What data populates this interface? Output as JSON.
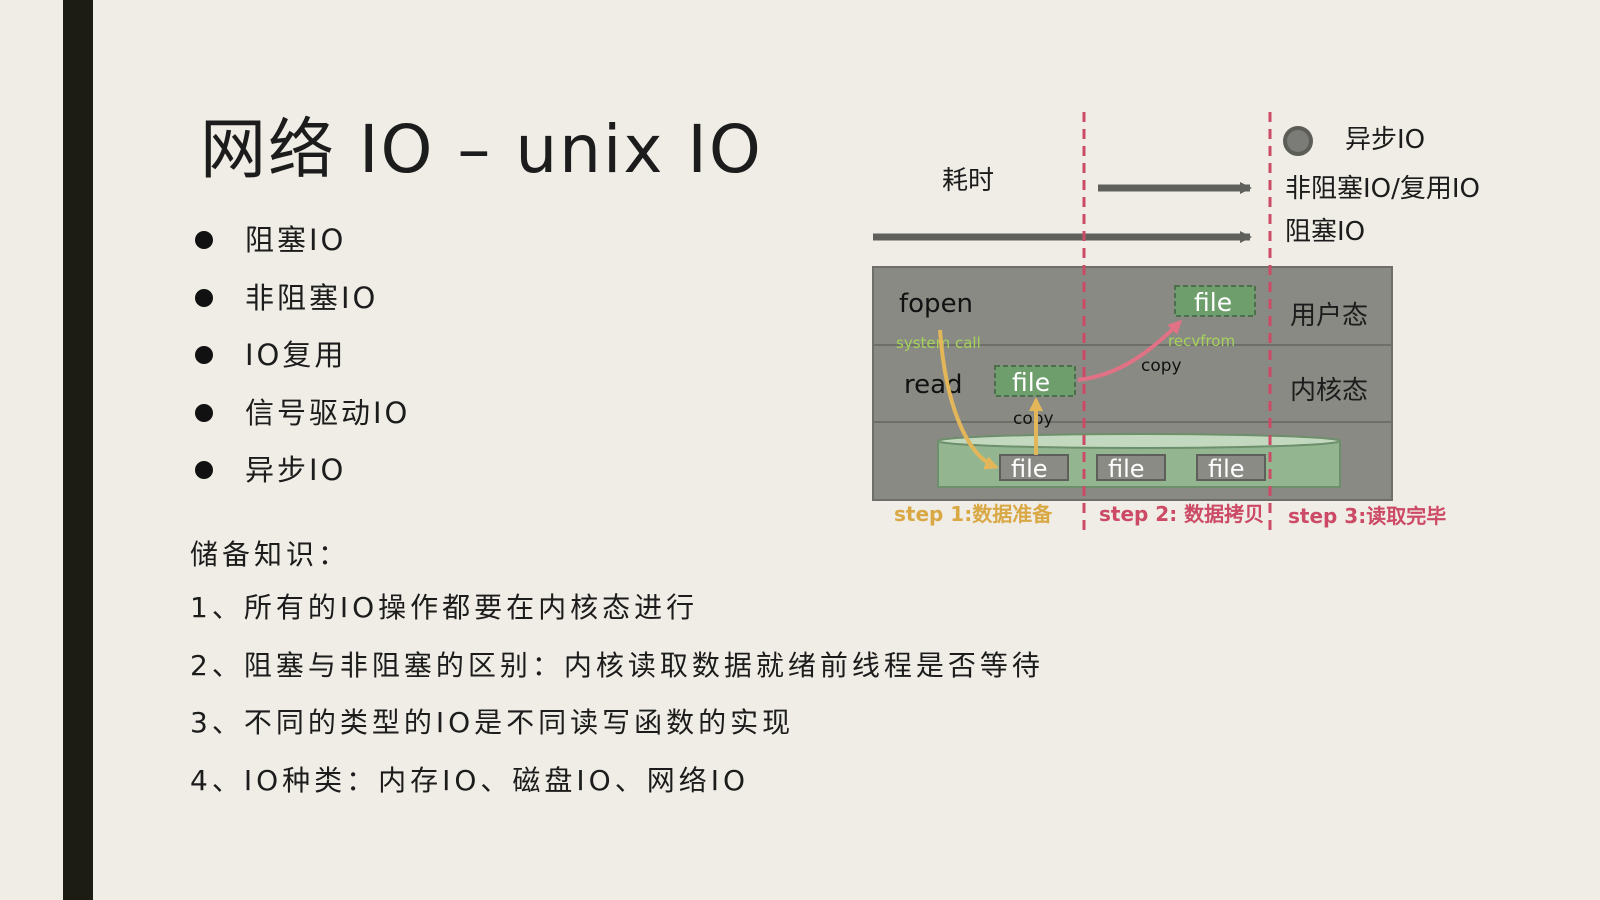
{
  "slide": {
    "title": "网络 IO – unix IO",
    "io_models": [
      "阻塞IO",
      "非阻塞IO",
      "IO复用",
      "信号驱动IO",
      "异步IO"
    ],
    "prereq_heading": "储备知识：",
    "prereq_items": [
      "1、所有的IO操作都要在内核态进行",
      "2、阻塞与非阻塞的区别：内核读取数据就绪前线程是否等待",
      "3、不同的类型的IO是不同读写函数的实现",
      "4、IO种类：内存IO、磁盘IO、网络IO"
    ]
  },
  "diagram": {
    "time_label": "耗时",
    "legend": {
      "async_label": "异步IO",
      "nonblocking_label": "非阻塞IO/复用IO",
      "blocking_label": "阻塞IO"
    },
    "layers": {
      "user": "用户态",
      "kernel": "内核态"
    },
    "labels": {
      "fopen": "fopen",
      "read": "read",
      "system_call": "system call",
      "recvfrom": "recvfrom",
      "copy1": "copy",
      "copy2": "copy",
      "file": "file"
    },
    "steps": {
      "step1": "step 1:数据准备",
      "step2": "step 2: 数据拷贝",
      "step3": "step 3:读取完毕"
    },
    "colors": {
      "step1": "#d9a845",
      "step2": "#cc4a66",
      "step3": "#cc4a66",
      "panel": "#8a8a84",
      "file_green": "#6e9e6c",
      "disk_green": "#93b690",
      "system_call": "#a5d35a",
      "arrow_gray": "#5f605c"
    }
  }
}
